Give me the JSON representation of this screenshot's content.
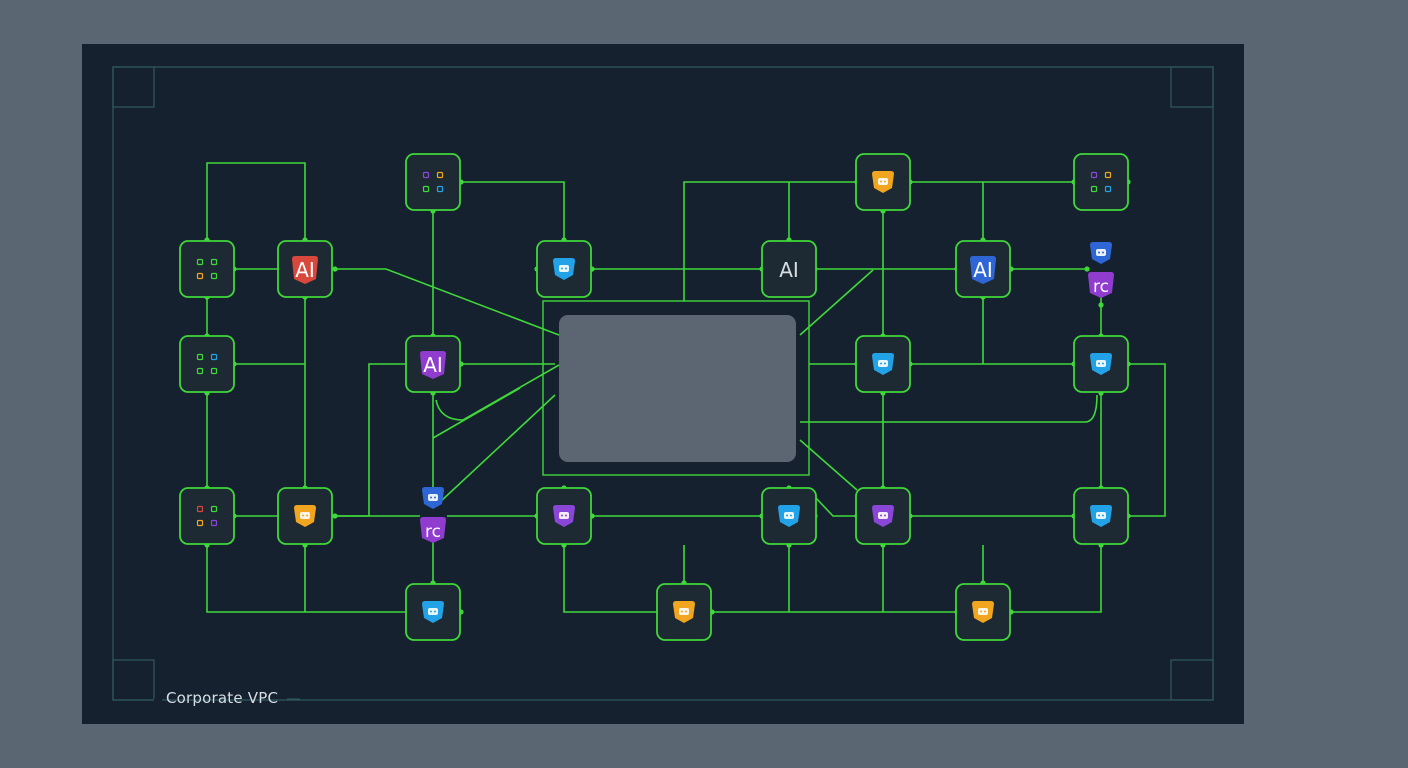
{
  "diagram": {
    "label": "Corporate VPC",
    "colors": {
      "link": "#3fd83a",
      "node_fill": "#1e2a33",
      "panel": "#16212f",
      "frame": "#2f5a5c",
      "ai_red": "#d9483c",
      "ai_purple": "#8f3ccf",
      "ai_blue": "#2f66d6",
      "blue": "#22a3e8",
      "orange": "#f2a51e",
      "violet": "#8a46d6"
    },
    "node_labels": {
      "ai": "AI",
      "rc": "rc"
    }
  }
}
